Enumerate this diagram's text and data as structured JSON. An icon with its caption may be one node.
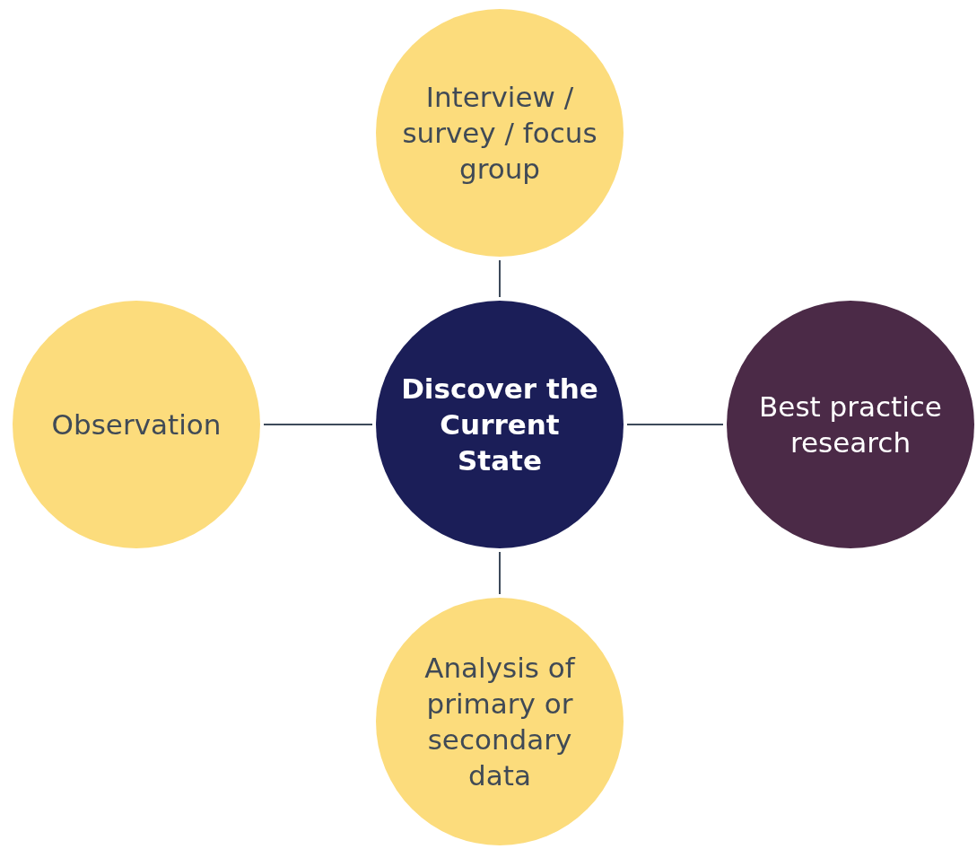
{
  "diagram": {
    "nodes": [
      {
        "text": [
          "Interview / survey / focus group"
        ]
      },
      {
        "text": [
          "Observation"
        ]
      },
      {
        "text": [
          "Discover the Current State"
        ]
      },
      {
        "text": [
          "Best practice research"
        ]
      },
      {
        "text": [
          "Analysis of primary or secondary data"
        ]
      }
    ],
    "edges": [
      {
        "from": 2,
        "to": 0,
        "arrow": "none"
      },
      {
        "from": 2,
        "to": 1,
        "arrow": "none"
      },
      {
        "from": 2,
        "to": 3,
        "arrow": "none"
      },
      {
        "from": 2,
        "to": 4,
        "arrow": "none"
      }
    ]
  }
}
